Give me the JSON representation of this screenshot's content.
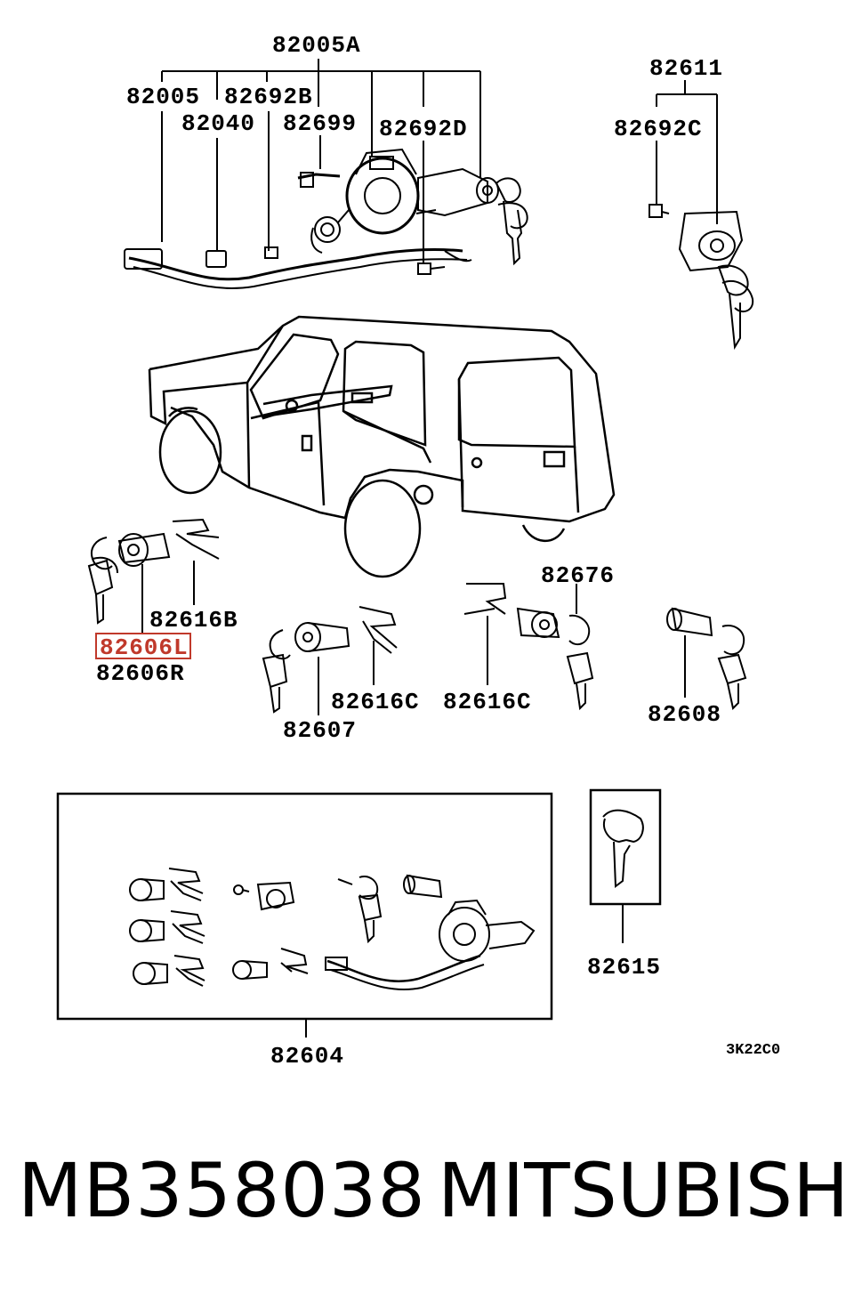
{
  "labels": {
    "top_assembly": "82005A",
    "harness": "82005",
    "screw_b": "82692B",
    "connector": "82040",
    "bolt": "82699",
    "screw_d": "82692D",
    "rear_lock": "82611",
    "screw_c": "82692C",
    "door_lock_l": "82606L",
    "door_lock_r": "82606R",
    "clip_b": "82616B",
    "glove_lock": "82607",
    "clip_c_left": "82616C",
    "clip_c_right": "82616C",
    "tailgate_cyl": "82676",
    "spare_lock": "82608",
    "lock_set": "82604",
    "key_blank": "82615"
  },
  "diagram_code": "3K22C0",
  "part_number": "MB358038",
  "brand": "MITSUBISHI",
  "highlight_color": "#c0392b"
}
